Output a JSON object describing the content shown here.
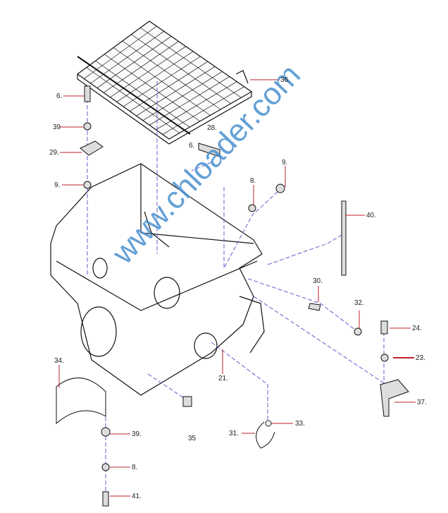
{
  "diagram": {
    "callouts": [
      "36.",
      "6.",
      "39",
      "29.",
      "9.",
      "28.",
      "6.",
      "9.",
      "8.",
      "40.",
      "30.",
      "32.",
      "24.",
      "23.",
      "37.",
      "34.",
      "21.",
      "39.",
      "35",
      "31.",
      "33.",
      "8.",
      "41."
    ],
    "watermark": "www.chloader.com",
    "colors": {
      "leader": "#c0202a",
      "centerline": "#6a5acd",
      "watermark": "#4a90d0"
    }
  }
}
